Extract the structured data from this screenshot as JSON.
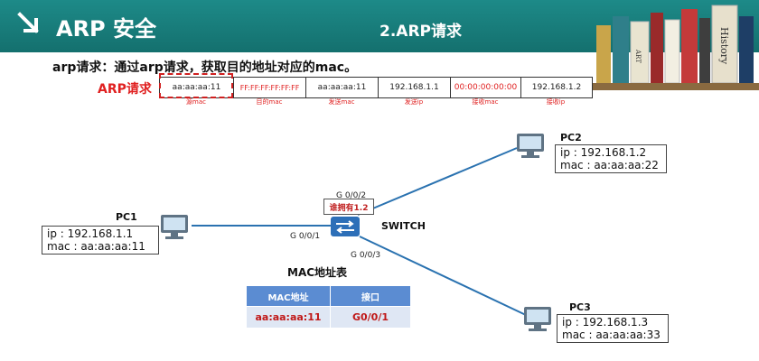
{
  "header": {
    "title": "ARP 安全",
    "subtitle": "2.ARP请求"
  },
  "book_spines": [
    "ART",
    "History"
  ],
  "description": "arp请求：通过arp请求，获取目的地址对应的mac。",
  "packet": {
    "label": "ARP请求",
    "fields": [
      {
        "value": "aa:aa:aa:11",
        "caption": "源mac"
      },
      {
        "value": "FF:FF:FF:FF:FF:FF",
        "caption": "目的mac"
      },
      {
        "value": "aa:aa:aa:11",
        "caption": "发送mac"
      },
      {
        "value": "192.168.1.1",
        "caption": "发送ip"
      },
      {
        "value": "00:00:00:00:00",
        "caption": "接收mac"
      },
      {
        "value": "192.168.1.2",
        "caption": "接收ip"
      }
    ]
  },
  "network": {
    "pc1": {
      "name": "PC1",
      "ip": "ip : 192.168.1.1",
      "mac": "mac : aa:aa:aa:11"
    },
    "pc2": {
      "name": "PC2",
      "ip": "ip : 192.168.1.2",
      "mac": "mac : aa:aa:aa:22"
    },
    "pc3": {
      "name": "PC3",
      "ip": "ip : 192.168.1.3",
      "mac": "mac : aa:aa:aa:33"
    },
    "switch": {
      "name": "SWITCH",
      "query": "谁拥有1.2"
    },
    "ports": {
      "p1": "G 0/0/1",
      "p2": "G 0/0/2",
      "p3": "G 0/0/3"
    }
  },
  "mac_table": {
    "title": "MAC地址表",
    "headers": [
      "MAC地址",
      "接口"
    ],
    "rows": [
      [
        "aa:aa:aa:11",
        "G0/0/1"
      ]
    ]
  },
  "colors": {
    "header_bg": "#14706e",
    "accent_red": "#e02020",
    "link_blue": "#2a72b0",
    "table_header": "#5b8cd2",
    "table_cell": "#dfe7f4"
  }
}
